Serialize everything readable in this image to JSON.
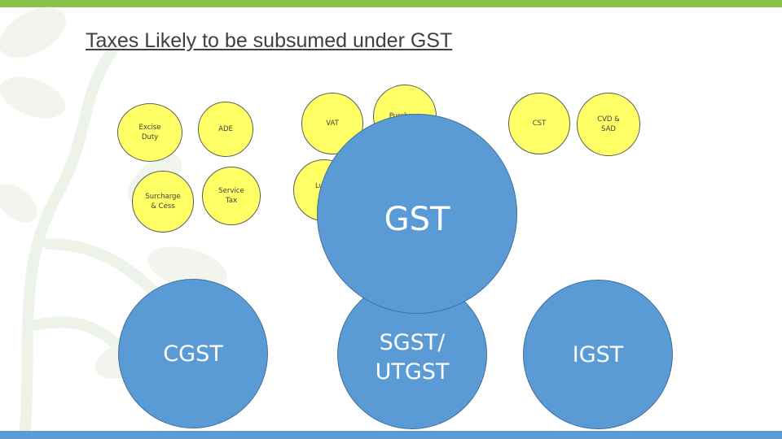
{
  "slide": {
    "title": "Taxes Likely to be subsumed under GST"
  },
  "colors": {
    "accent_green": "#8bc34a",
    "accent_blue": "#5b9bd5",
    "tax_circle_fill": "#ffff66"
  },
  "taxes": {
    "excise_duty": "Excise\nDuty",
    "ade": "ADE",
    "vat": "VAT",
    "purchase_tax": "Purchase",
    "cst": "CST",
    "cvd_sad": "CVD &\nSAD",
    "surcharge_cess": "Surcharge\n& Cess",
    "service_tax": "Service\nTax",
    "luxury_tax": "Lux"
  },
  "gst": {
    "center": "GST",
    "cgst": "CGST",
    "sgst": "SGST/\nUTGST",
    "igst": "IGST"
  }
}
